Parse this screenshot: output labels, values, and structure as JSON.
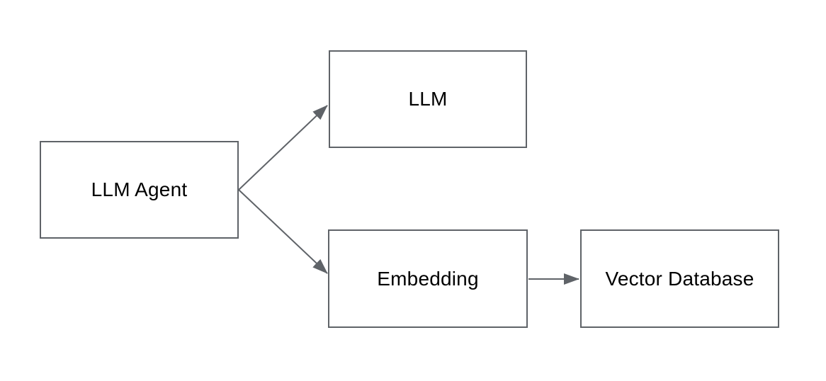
{
  "diagram": {
    "type": "flowchart",
    "background_color": "#ffffff",
    "stroke_color": "#5f6368",
    "text_color": "#000000",
    "nodes": [
      {
        "id": "llm-agent",
        "label": "LLM Agent"
      },
      {
        "id": "llm",
        "label": "LLM"
      },
      {
        "id": "embedding",
        "label": "Embedding"
      },
      {
        "id": "vector-database",
        "label": "Vector Database"
      }
    ],
    "edges": [
      {
        "from": "llm-agent",
        "to": "llm",
        "direction": "up-right",
        "arrowhead": "filled-triangle"
      },
      {
        "from": "llm-agent",
        "to": "embedding",
        "direction": "down-right",
        "arrowhead": "filled-triangle"
      },
      {
        "from": "embedding",
        "to": "vector-database",
        "direction": "right",
        "arrowhead": "filled-triangle"
      }
    ]
  }
}
